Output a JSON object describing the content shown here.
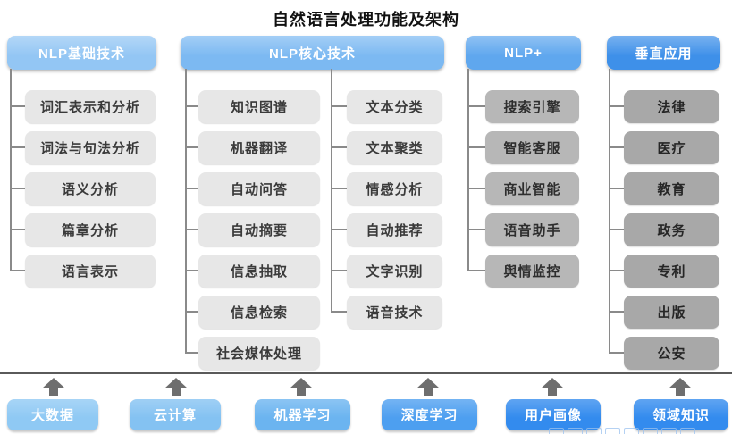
{
  "title": "自然语言处理功能及架构",
  "columns": [
    {
      "header": "NLP基础技术",
      "items": [
        "词汇表示和分析",
        "词法与句法分析",
        "语义分析",
        "篇章分析",
        "语言表示"
      ]
    },
    {
      "header": "NLP核心技术",
      "items_left": [
        "知识图谱",
        "机器翻译",
        "自动问答",
        "自动摘要",
        "信息抽取",
        "信息检索",
        "社会媒体处理"
      ],
      "items_right": [
        "文本分类",
        "文本聚类",
        "情感分析",
        "自动推荐",
        "文字识别",
        "语音技术"
      ]
    },
    {
      "header": "NLP+",
      "items": [
        "搜索引擎",
        "智能客服",
        "商业智能",
        "语音助手",
        "舆情监控"
      ]
    },
    {
      "header": "垂直应用",
      "items": [
        "法律",
        "医疗",
        "教育",
        "政务",
        "专利",
        "出版",
        "公安"
      ]
    }
  ],
  "foundation": [
    "大数据",
    "云计算",
    "机器学习",
    "深度学习",
    "用户画像",
    "领域知识"
  ],
  "colors": {
    "header1": "#93c6f4",
    "header2": "#7cb9f2",
    "header3": "#5fa7ee",
    "header4": "#3e90e9",
    "item_light": "#e7e7e7",
    "item_medium": "#b7b7b7",
    "item_dark": "#a8a8a8",
    "foundation_colors": [
      "#8fc9f4",
      "#84c2f2",
      "#6bb4f0",
      "#4d9ff0",
      "#338bee",
      "#338bee"
    ],
    "connector": "#8a8a8a",
    "separator": "#5a5a5a",
    "arrow": "#6e6e6e"
  }
}
